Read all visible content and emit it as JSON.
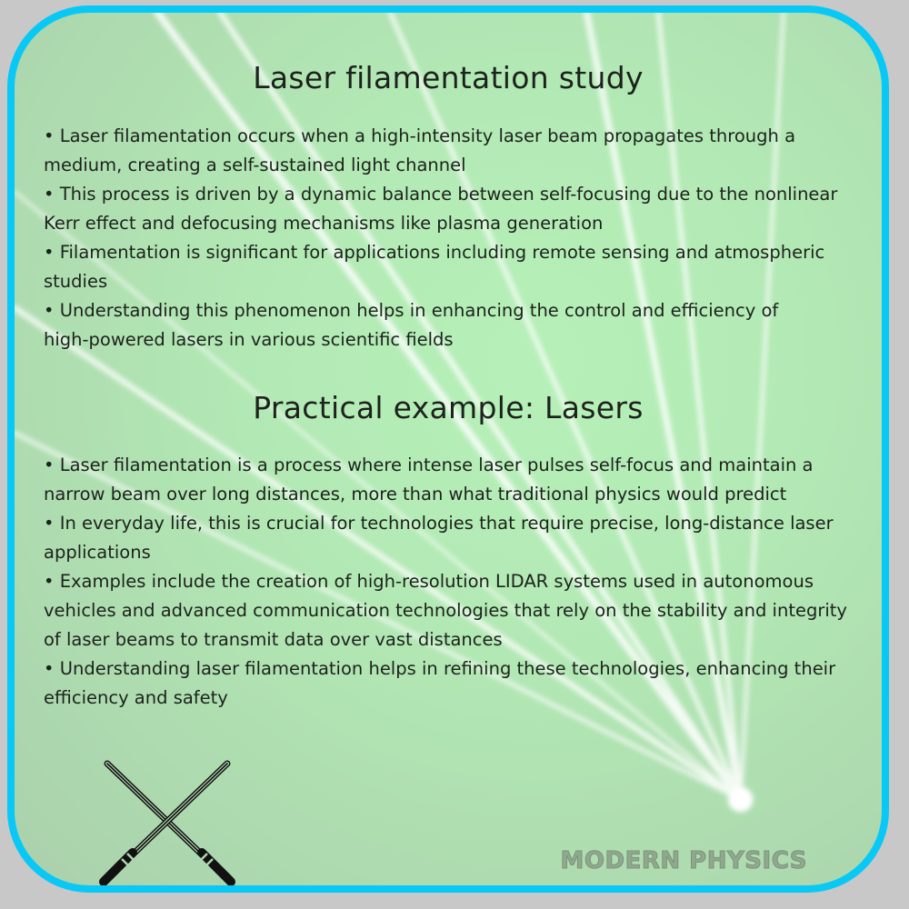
{
  "section1": {
    "title": "Laser filamentation study",
    "lines": [
      "• Laser filamentation occurs when a high-intensity laser beam propagates through a",
      "medium, creating a self-sustained light channel",
      "• This process is driven by a dynamic balance between self-focusing due to the nonlinear",
      "Kerr effect and defocusing mechanisms like plasma generation",
      "• Filamentation is significant for applications including remote sensing and atmospheric",
      "studies",
      "• Understanding this phenomenon helps in enhancing the control and efficiency of",
      "high-powered lasers in various scientific fields"
    ]
  },
  "section2": {
    "title": "Practical example: Lasers",
    "lines": [
      "• Laser filamentation is a process where intense laser pulses self-focus and maintain a",
      "narrow beam over long distances, more than what traditional physics would predict",
      "• In everyday life, this is crucial for technologies that require precise, long-distance laser",
      "applications",
      "• Examples include the creation of high-resolution LIDAR systems used in autonomous",
      "vehicles and advanced communication technologies that rely on the stability and integrity",
      "of laser beams to transmit data over vast distances",
      "• Understanding laser filamentation helps in refining these technologies, enhancing their",
      "efficiency and safety"
    ]
  },
  "icon": "crossed-lightsabers-icon",
  "brand": "MODERN PHYSICS",
  "colors": {
    "border": "#08c8f5",
    "background": "#b2e8b4",
    "text": "#1c221c",
    "brand": "#8fa88e"
  }
}
